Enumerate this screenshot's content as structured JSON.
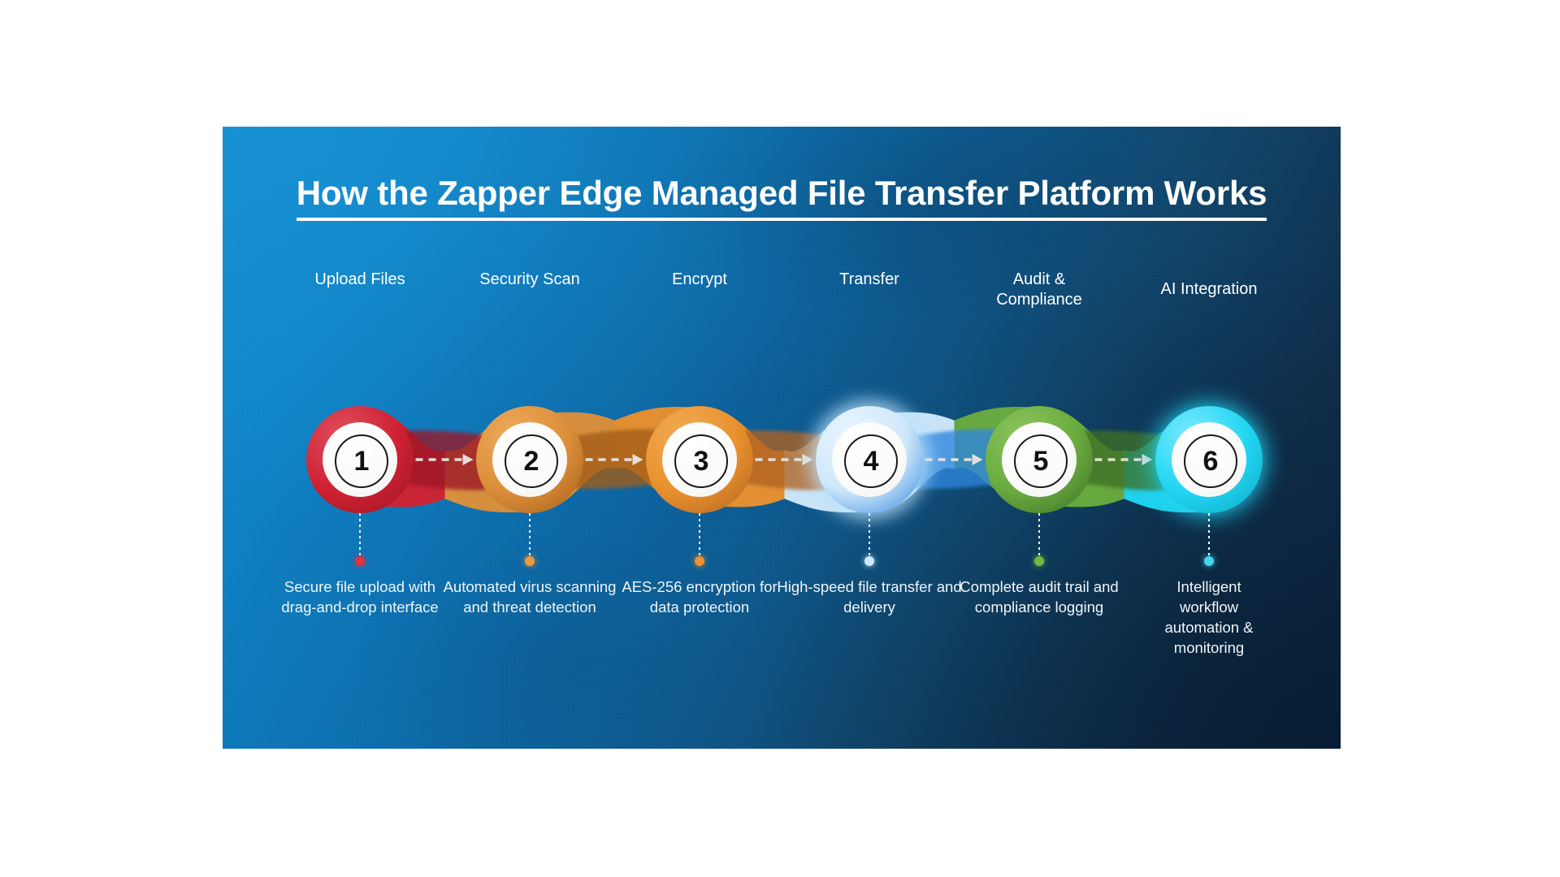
{
  "title": "How the Zapper Edge Managed File Transfer Platform Works",
  "colors": {
    "bg_top_left": "#1589cc",
    "bg_bottom_right": "#0d2742",
    "title_text": "#ffffff",
    "label_text": "#ffffff",
    "desc_text": "#f0f5f8",
    "arrow": "#e9e6e0"
  },
  "steps": [
    {
      "number": "1",
      "label": "Upload Files",
      "description": "Secure file upload with drag-and-drop interface",
      "color": "#cf2233",
      "color_dark": "#9c1426",
      "color_light": "#e0505f",
      "dot_color": "#e03042"
    },
    {
      "number": "2",
      "label": "Security Scan",
      "description": "Automated virus scanning and threat detection",
      "color": "#dc8f3a",
      "color_dark": "#a45d18",
      "color_light": "#eeab5c",
      "dot_color": "#ef9a3c"
    },
    {
      "number": "3",
      "label": "Encrypt",
      "description": "AES-256 encryption for data protection",
      "color": "#e8912e",
      "color_dark": "#b06320",
      "color_light": "#f2ab55",
      "dot_color": "#ef8f2e"
    },
    {
      "number": "4",
      "label": "Transfer",
      "description": "High-speed file transfer and delivery",
      "color": "#cfe8fb",
      "color_dark": "#2f86dd",
      "color_light": "#eaf6ff",
      "dot_color": "#cfe9fb"
    },
    {
      "number": "5",
      "label": "Audit & Compliance",
      "description": "Complete audit trail and compliance logging",
      "color": "#6aab3e",
      "color_dark": "#3d6f28",
      "color_light": "#8cc55e",
      "dot_color": "#74b83f"
    },
    {
      "number": "6",
      "label": "AI Integration",
      "description": "Intelligent workflow automation & monitoring",
      "color": "#22d6f2",
      "color_dark": "#0fa8c6",
      "color_light": "#7eeaff",
      "dot_color": "#45d7ee"
    }
  ]
}
